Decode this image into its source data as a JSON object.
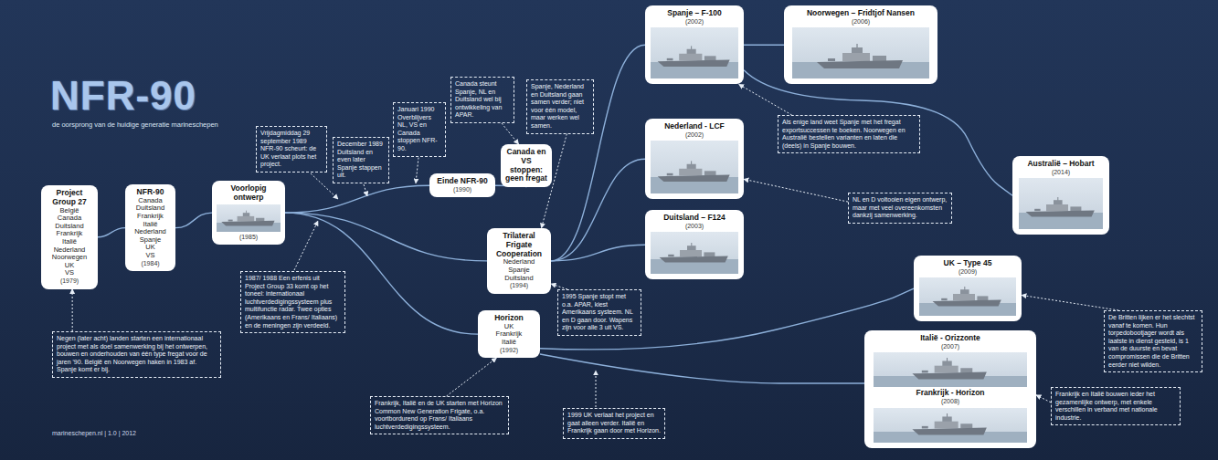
{
  "diagram": {
    "title": "NFR-90",
    "nodes": [
      {
        "text": [
          "Project Group 27",
          "België Canada Duitsland Frankrijk Italië Nederland Noorwegen UK VS",
          "(1979)"
        ]
      },
      {
        "text": [
          "NFR-90",
          "Canada Duitsland Frankrijk Italië Nederland Spanje UK VS",
          "(1984)"
        ]
      },
      {
        "text": [
          "Voorlopig ontwerp",
          "(1985)"
        ]
      },
      {
        "text": [
          "Negen (later acht) landen starten een internationaal project met als doel samenwerking bij het ontwerpen, bouwen en onderhouden van één type fregat voor de jaren '90. België en Noorwegen haken in 1983 af. Spanje komt er bij."
        ]
      },
      {
        "text": [
          "1987/ 1988 Een erfenis uit Project Group 33 komt op het toneel: internationaal luchtverdedigingssysteem plus multifunctie radar. Twee opties (Amerikaans en Frans/ Italiaans) en de meningen zijn verdeeld."
        ]
      },
      {
        "text": [
          "Vrijdagmiddag 29 september 1989 NFR-90 scheurt: de UK verlaat plots het project."
        ]
      },
      {
        "text": [
          "December 1989 Duitsland en even later Spanje stappen uit."
        ]
      },
      {
        "text": [
          "Januari 1990 Overblijvers NL, VS en Canada stoppen NFR-90."
        ]
      },
      {
        "text": [
          "Einde NFR-90",
          "(1990)"
        ]
      },
      {
        "text": [
          "Canada steunt Spanje, NL en Duitsland wel bij ontwikkeling van APAR."
        ]
      },
      {
        "text": [
          "Canada en VS stoppen: geen fregat"
        ]
      },
      {
        "text": [
          "Spanje, Nederland en Duitsland gaan samen verder; niet voor één model, maar werken wel samen."
        ]
      },
      {
        "text": [
          "Trilateral Frigate Cooperation",
          "Nederland Spanje Duitsland",
          "(1994)"
        ]
      },
      {
        "text": [
          "Horizon",
          "UK Frankrijk Italië",
          "(1992)"
        ]
      },
      {
        "text": [
          "1995 Spanje stopt met o.a. APAR, kiest Amerikaans systeem. NL en D gaan door. Wapens zijn voor alle 3 uit VS."
        ]
      },
      {
        "text": [
          "Frankrijk, Italië en de UK starten met Horizon Common New Generation Frigate, o.a. voortbordurend op Frans/ Italiaans luchtverdedigingssysteem."
        ]
      },
      {
        "text": [
          "1999 UK verlaat het project en gaat alleen verder. Italië en Frankrijk gaan door met Horizon."
        ]
      },
      {
        "text": [
          "Spanje – F-100",
          "(2002)"
        ]
      },
      {
        "text": [
          "Nederland - LCF",
          "(2002)"
        ]
      },
      {
        "text": [
          "Duitsland – F124",
          "(2003)"
        ]
      },
      {
        "text": [
          "Noorwegen – Fridtjof Nansen",
          "(2006)"
        ]
      },
      {
        "text": [
          "Als enige land weet Spanje met het fregat exportsuccessen te boeken. Noorwegen en Australië bestellen varianten en laten die (deels) in Spanje bouwen."
        ]
      },
      {
        "text": [
          "NL en D voltooien eigen ontwerp, maar met veel overeenkomsten dankzij samenwerking."
        ]
      },
      {
        "text": [
          "Australië – Hobart",
          "(2014)"
        ]
      },
      {
        "text": [
          "UK – Type 45",
          "(2009)"
        ]
      },
      {
        "text": [
          "De Britten lijken er het slechtst vanaf te komen. Hun torpedobootjager wordt als laatste in dienst gesteld, is 1 van de duurste en bevat compromissen die de Britten eerder niet wilden."
        ]
      },
      {
        "text": [
          "Italië - Orizzonte",
          "(2007)",
          "Frankrijk - Horizon",
          "(2008)"
        ]
      },
      {
        "text": [
          "Frankrijk en Italië bouwen ieder het gezamenlijke ontwerp, met enkele verschillen in verband met nationale industrie."
        ]
      }
    ],
    "edges": [
      {
        "from": 0,
        "to": 1,
        "arrow": "none"
      },
      {
        "from": 1,
        "to": 2,
        "arrow": "none"
      },
      {
        "from": 2,
        "to": 8,
        "arrow": "none"
      },
      {
        "from": 8,
        "to": 10,
        "arrow": "none"
      },
      {
        "from": 2,
        "to": 12,
        "arrow": "none"
      },
      {
        "from": 2,
        "to": 13,
        "arrow": "none"
      },
      {
        "from": 12,
        "to": 17,
        "arrow": "none"
      },
      {
        "from": 12,
        "to": 18,
        "arrow": "none"
      },
      {
        "from": 12,
        "to": 19,
        "arrow": "none"
      },
      {
        "from": 17,
        "to": 20,
        "arrow": "none"
      },
      {
        "from": 17,
        "to": 23,
        "arrow": "none"
      },
      {
        "from": 13,
        "to": 24,
        "arrow": "none"
      },
      {
        "from": 13,
        "to": 26,
        "arrow": "none"
      },
      {
        "from": 3,
        "to": 0,
        "arrow": "to"
      },
      {
        "from": 9,
        "to": 10,
        "arrow": "to"
      },
      {
        "from": 11,
        "to": 12,
        "arrow": "to"
      },
      {
        "from": 14,
        "to": 12,
        "arrow": "to"
      },
      {
        "from": 15,
        "to": 13,
        "arrow": "to"
      },
      {
        "from": 21,
        "to": 17,
        "arrow": "to"
      },
      {
        "from": 22,
        "to": 18,
        "arrow": "to"
      },
      {
        "from": 25,
        "to": 24,
        "arrow": "to"
      },
      {
        "from": 27,
        "to": 26,
        "arrow": "to"
      }
    ],
    "labels": [
      "de oorsprong van de huidige generatie marineschepen",
      "marineschepen.nl | 1.0 | 2012"
    ]
  }
}
